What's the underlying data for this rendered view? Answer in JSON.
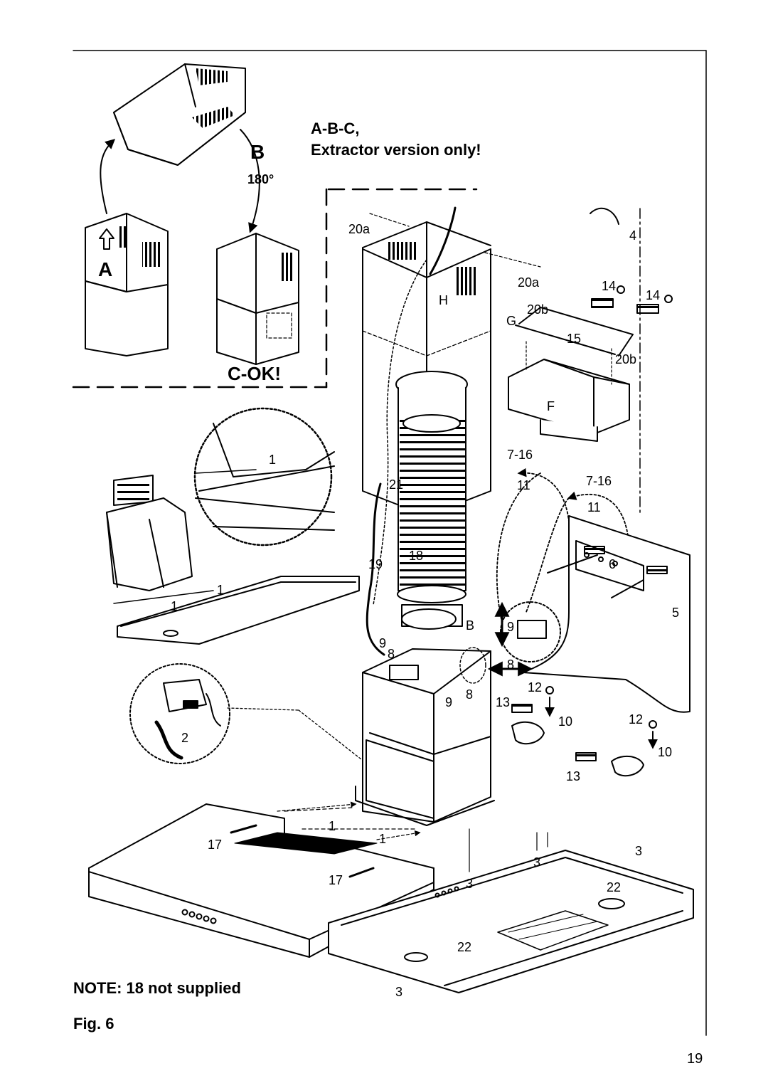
{
  "heading": {
    "line1": "A-B-C,",
    "line2": "Extractor version only!"
  },
  "inset": {
    "step_a": "A",
    "step_b": "B",
    "angle": "180°",
    "result": "C-OK!"
  },
  "labels": {
    "l_20a_top": "20a",
    "l_20a_mid": "20a",
    "l_4": "4",
    "l_h": "H",
    "l_g": "G",
    "l_20b_top": "20b",
    "l_20b_right": "20b",
    "l_14a": "14",
    "l_14b": "14",
    "l_15": "15",
    "l_f": "F",
    "l_7_16a": "7-16",
    "l_11a": "11",
    "l_7_16b": "7-16",
    "l_11b": "11",
    "l_21": "21",
    "l_18": "18",
    "l_19": "19",
    "l_6": "6",
    "l_5": "5",
    "l_b": "B",
    "l_9a": "9",
    "l_9b": "9",
    "l_8a": "8",
    "l_8b": "8",
    "l_8c": "8",
    "l_9c": "9",
    "l_12a": "12",
    "l_12b": "12",
    "l_13a": "13",
    "l_13b": "13",
    "l_10a": "10",
    "l_10b": "10",
    "l_1_zoom": "1",
    "l_1_left_a": "1",
    "l_1_left_b": "1",
    "l_2": "2",
    "l_1_hood_a": "1",
    "l_1_hood_b": "1",
    "l_17a": "17",
    "l_17b": "17",
    "l_3a": "3",
    "l_3b": "3",
    "l_3c": "3",
    "l_3d": "3",
    "l_22a": "22",
    "l_22b": "22"
  },
  "note": "NOTE: 18  not supplied",
  "figure": "Fig. 6",
  "page_number": "19"
}
